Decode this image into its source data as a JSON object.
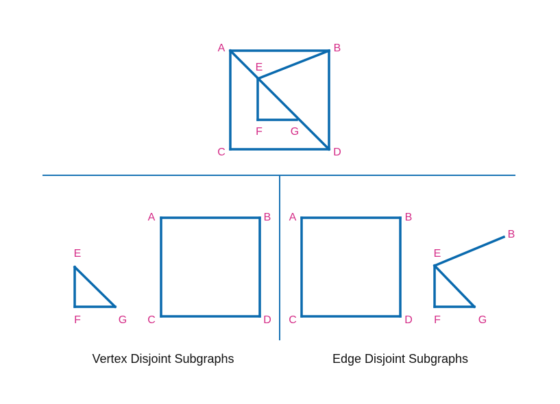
{
  "colors": {
    "edge": "#0a6aae",
    "label": "#d42a86",
    "divider": "#1b74b5",
    "caption": "#111111"
  },
  "graph": {
    "labels": {
      "A": "A",
      "B": "B",
      "C": "C",
      "D": "D",
      "E": "E",
      "F": "F",
      "G": "G"
    },
    "edges": [
      [
        "A",
        "B"
      ],
      [
        "B",
        "D"
      ],
      [
        "D",
        "C"
      ],
      [
        "C",
        "A"
      ],
      [
        "A",
        "D"
      ],
      [
        "E",
        "B"
      ],
      [
        "E",
        "F"
      ],
      [
        "F",
        "G"
      ]
    ]
  },
  "vertex_disjoint": {
    "caption": "Vertex Disjoint Subgraphs",
    "labels": {
      "A": "A",
      "B": "B",
      "C": "C",
      "D": "D",
      "E": "E",
      "F": "F",
      "G": "G"
    },
    "edges": [
      [
        "A",
        "B"
      ],
      [
        "B",
        "D"
      ],
      [
        "D",
        "C"
      ],
      [
        "C",
        "A"
      ],
      [
        "E",
        "F"
      ],
      [
        "F",
        "G"
      ],
      [
        "G",
        "E"
      ]
    ]
  },
  "edge_disjoint": {
    "caption": "Edge Disjoint Subgraphs",
    "labels": {
      "A": "A",
      "B": "B",
      "C": "C",
      "D": "D",
      "B2": "B",
      "E": "E",
      "F": "F",
      "G": "G"
    },
    "edges": [
      [
        "A",
        "B"
      ],
      [
        "B",
        "D"
      ],
      [
        "D",
        "C"
      ],
      [
        "C",
        "A"
      ],
      [
        "E",
        "B2"
      ],
      [
        "E",
        "F"
      ],
      [
        "F",
        "G"
      ],
      [
        "G",
        "E"
      ]
    ]
  }
}
